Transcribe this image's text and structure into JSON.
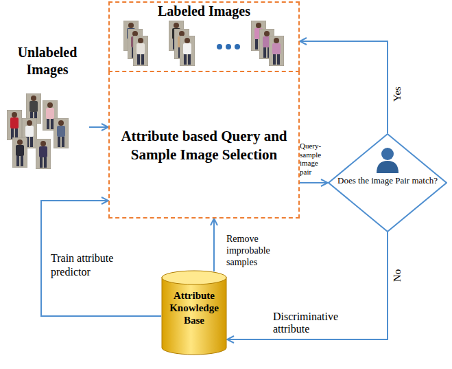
{
  "diagram": {
    "nodes": [
      {
        "text": [
          "Labeled Images"
        ]
      },
      {
        "text": [
          "Attribute based Query and Sample Image Selection"
        ]
      },
      {
        "text": [
          "Unlabeled Images"
        ]
      },
      {
        "text": [
          "Does the image Pair match?"
        ]
      },
      {
        "text": [
          "Attribute Knowledge Base"
        ]
      }
    ],
    "edges": [
      {
        "from": 2,
        "to": 1,
        "arrow": "to"
      },
      {
        "from": 1,
        "to": 3,
        "label": "Query-sample image pair",
        "arrow": "to"
      },
      {
        "from": 3,
        "to": 0,
        "label": "Yes",
        "arrow": "to"
      },
      {
        "from": 3,
        "to": 4,
        "label": "No",
        "arrow": "to"
      },
      {
        "from": 4,
        "to": 1,
        "label": "Remove improbable samples",
        "arrow": "to"
      },
      {
        "from": 4,
        "to": 1,
        "label": "Train attribute predictor",
        "arrow": "to"
      }
    ],
    "labels": [
      "Discriminative attribute"
    ]
  }
}
